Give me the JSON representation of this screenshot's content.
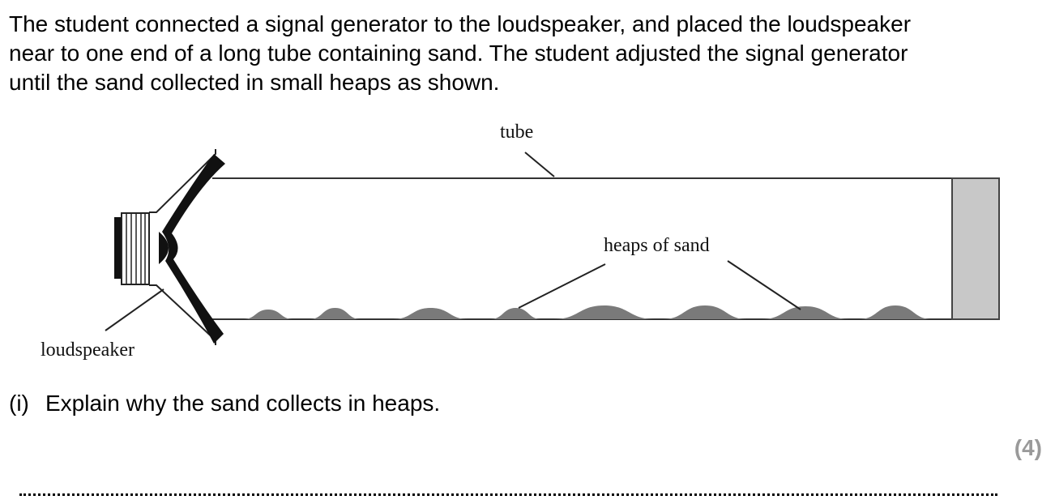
{
  "intro": {
    "line1": "The student connected a signal generator to the loudspeaker, and placed the loudspeaker",
    "line2": "near to one end of a long tube containing sand. The student adjusted the signal generator",
    "line3": "until the sand collected in small heaps as shown."
  },
  "diagram": {
    "tube_label": "tube",
    "sand_label": "heaps of sand",
    "speaker_label": "loudspeaker",
    "heap_count": 8
  },
  "question": {
    "number": "(i)",
    "text": "Explain why the sand collects in heaps.",
    "marks": "(4)"
  }
}
